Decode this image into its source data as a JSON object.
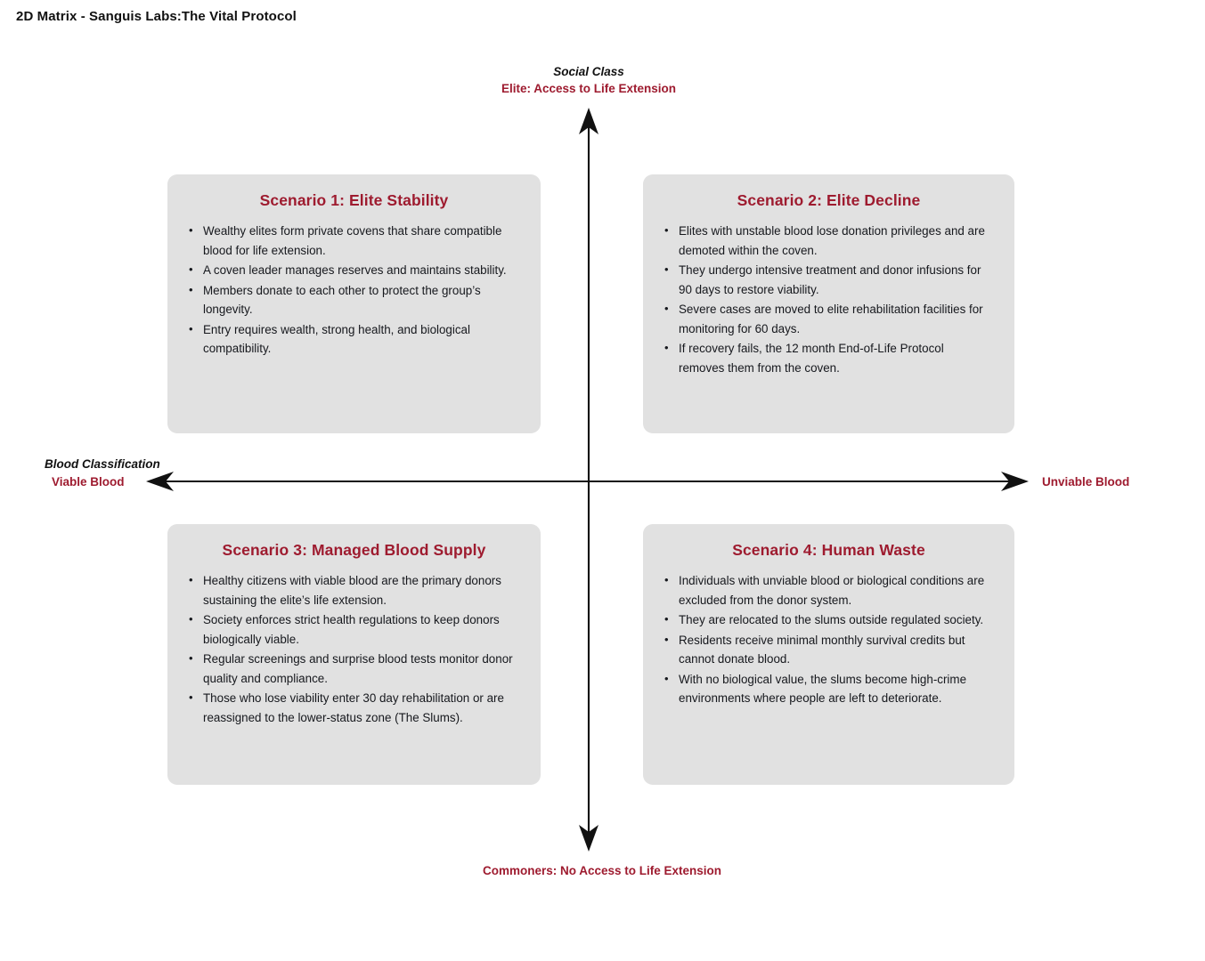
{
  "page": {
    "title": "2D Matrix - Sanguis Labs:The Vital Protocol"
  },
  "theme": {
    "accent_red": "#9e1b2f",
    "card_bg": "#e1e1e1",
    "axis_color": "#111111",
    "body_text": "#16181d",
    "page_bg": "#ffffff"
  },
  "axes": {
    "vertical": {
      "title": "Social Class",
      "top_label": "Elite: Access to Life Extension",
      "bottom_label": "Commoners: No Access to Life Extension"
    },
    "horizontal": {
      "title": "Blood Classification",
      "left_label": "Viable Blood",
      "right_label": "Unviable Blood"
    }
  },
  "quadrants": [
    {
      "id": "quadrant-top-left",
      "heading": "Scenario 1: Elite Stability",
      "bullets": [
        "Wealthy elites form private covens that share compatible blood for life extension.",
        "A coven leader manages reserves and maintains stability.",
        "Members donate to each other to protect the group’s longevity.",
        "Entry requires wealth, strong health, and biological compatibility."
      ]
    },
    {
      "id": "quadrant-top-right",
      "heading": "Scenario 2: Elite Decline",
      "bullets": [
        "Elites with unstable blood lose donation privileges and are demoted within the coven.",
        "They undergo intensive treatment and donor infusions for 90 days to restore viability.",
        "Severe cases are moved to elite rehabilitation facilities for monitoring for 60 days.",
        "If recovery fails, the 12 month End-of-Life Protocol removes them from the coven."
      ]
    },
    {
      "id": "quadrant-bottom-left",
      "heading": "Scenario 3: Managed Blood Supply",
      "bullets": [
        "Healthy citizens with viable blood are the primary donors sustaining the elite’s life extension.",
        "Society enforces strict health regulations to keep donors biologically viable.",
        "Regular screenings and surprise blood tests monitor donor quality and compliance.",
        "Those who lose viability enter 30 day rehabilitation or are reassigned to the lower-status zone (The Slums)."
      ]
    },
    {
      "id": "quadrant-bottom-right",
      "heading": "Scenario 4: Human Waste",
      "bullets": [
        "Individuals with unviable blood or biological conditions are excluded from the donor system.",
        "They are relocated to the slums outside regulated society.",
        "Residents receive minimal monthly survival credits but cannot donate blood.",
        "With no biological value, the slums become high-crime environments where people are left to deteriorate."
      ]
    }
  ]
}
